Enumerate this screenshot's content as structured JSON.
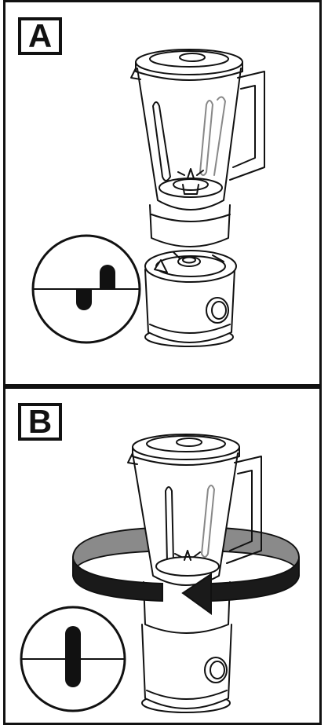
{
  "panels": [
    {
      "label": "A",
      "state": "jar placed on base, unlocked"
    },
    {
      "label": "B",
      "state": "jar rotated to lock"
    }
  ],
  "icons": {
    "panel_a": [
      "blender-jar-icon",
      "blender-base-icon",
      "alignment-marker-unlocked-icon"
    ],
    "panel_b": [
      "blender-jar-icon",
      "blender-base-icon",
      "rotate-arrow-icon",
      "alignment-marker-locked-icon"
    ]
  },
  "colors": {
    "line": "#111111",
    "arrow_top": "#8a8a8a",
    "arrow_front": "#1a1a1a"
  }
}
